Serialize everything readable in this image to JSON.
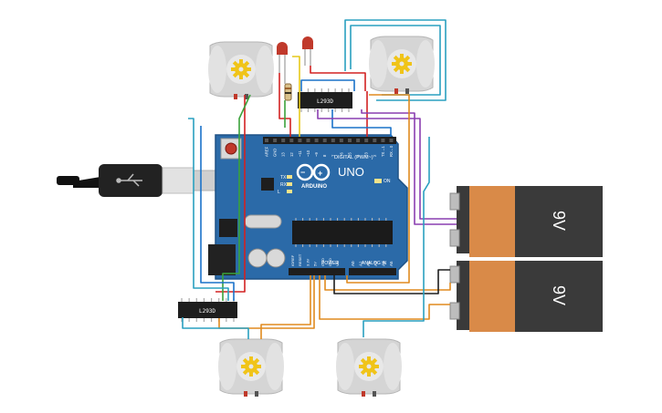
{
  "board": {
    "brand": "ARDUINO",
    "model": "UNO",
    "digital_label": "DIGITAL (PWM~)",
    "power_label": "POWER",
    "analog_label": "ANALOG IN",
    "tx_label": "TX",
    "rx_label": "RX",
    "on_label": "ON",
    "l_label": "L",
    "aref_label": "AREF",
    "gnd_label": "GND",
    "digital_pins": [
      "13",
      "12",
      "~11",
      "~10",
      "~9",
      "8",
      "7",
      "~6",
      "~5",
      "4",
      "~3",
      "2",
      "TX→1",
      "RX←0"
    ],
    "power_pins": [
      "IOREF",
      "RESET",
      "3.3V",
      "5V",
      "GND",
      "GND",
      "Vin"
    ],
    "analog_pins": [
      "A0",
      "A1",
      "A2",
      "A3",
      "A4",
      "A5"
    ]
  },
  "chips": {
    "top_label": "L293D",
    "bottom_label": "L293D"
  },
  "batteries": [
    {
      "label": "9V"
    },
    {
      "label": "9V"
    }
  ],
  "colors": {
    "board": "#2b6aa8",
    "wire_red": "#d22222",
    "wire_green": "#3aa23a",
    "wire_blue": "#1a72c9",
    "wire_orange": "#e08a1e",
    "wire_purple": "#8a3fb0",
    "wire_yellow": "#e6c81a",
    "wire_cyan": "#2aa0c0",
    "battery_body": "#d98a48",
    "battery_dark": "#3a3a3a"
  },
  "icons": {
    "motor": "gear-icon",
    "usb": "usb-icon",
    "led": "led-icon"
  }
}
